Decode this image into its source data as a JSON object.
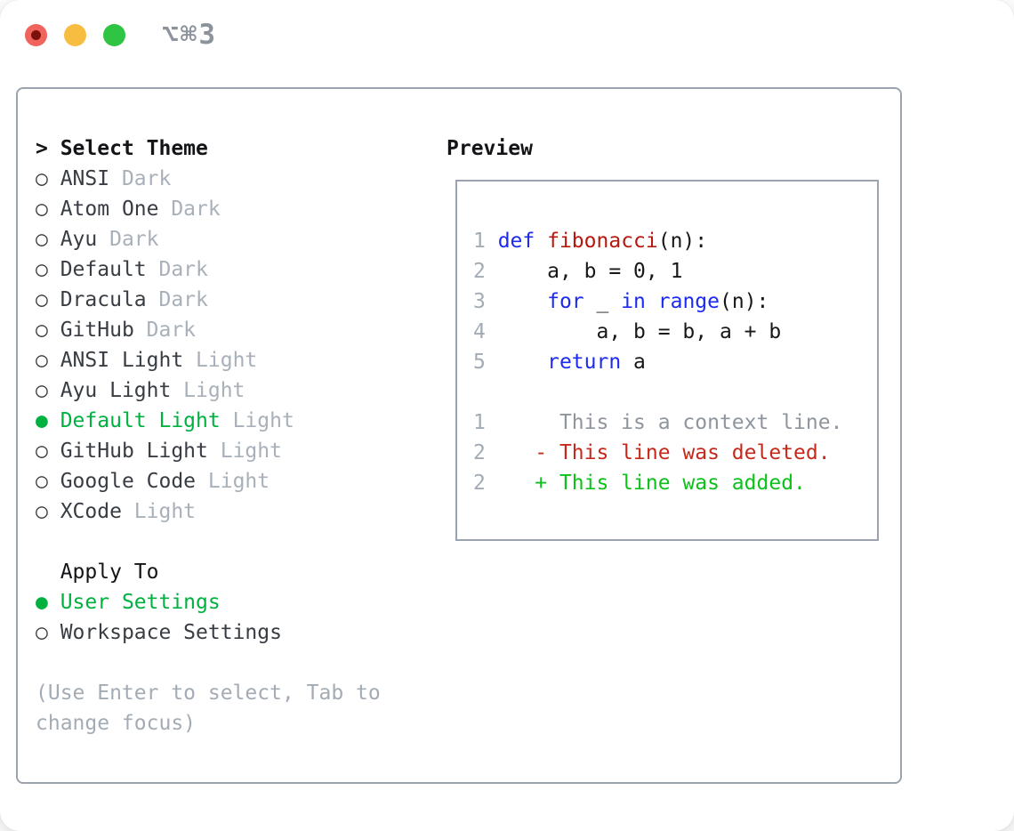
{
  "window": {
    "shortcut_label": "⌥⌘3"
  },
  "colors": {
    "traffic_red": "#f1635d",
    "traffic_red_dot": "#7c100c",
    "traffic_yellow": "#f7bd40",
    "traffic_green": "#30c443",
    "title": "#8d939c",
    "border": "#9aa3ae",
    "heading": "#121417",
    "text": "#383d44",
    "muted": "#a8b0ba",
    "hint": "#a3abb5",
    "green": "#00b140",
    "keyword": "#1c2bee",
    "function": "#b5190f",
    "code_plain": "#17181a",
    "lineno": "#a3abb5",
    "context": "#8e959d",
    "deleted": "#c5291c",
    "added": "#0dc11b"
  },
  "theme_picker": {
    "header_marker": ">",
    "header_label": "Select Theme",
    "selected_marker": "●",
    "unselected_marker": "○",
    "items": [
      {
        "name": "ANSI",
        "variant": "Dark",
        "selected": false
      },
      {
        "name": "Atom One",
        "variant": "Dark",
        "selected": false
      },
      {
        "name": "Ayu",
        "variant": "Dark",
        "selected": false
      },
      {
        "name": "Default",
        "variant": "Dark",
        "selected": false
      },
      {
        "name": "Dracula",
        "variant": "Dark",
        "selected": false
      },
      {
        "name": "GitHub",
        "variant": "Dark",
        "selected": false
      },
      {
        "name": "ANSI Light",
        "variant": "Light",
        "selected": false
      },
      {
        "name": "Ayu Light",
        "variant": "Light",
        "selected": false
      },
      {
        "name": "Default Light",
        "variant": "Light",
        "selected": true
      },
      {
        "name": "GitHub Light",
        "variant": "Light",
        "selected": false
      },
      {
        "name": "Google Code",
        "variant": "Light",
        "selected": false
      },
      {
        "name": "XCode",
        "variant": "Light",
        "selected": false
      }
    ]
  },
  "apply_to": {
    "header_label": "Apply To",
    "options": [
      {
        "name": "User Settings",
        "selected": true
      },
      {
        "name": "Workspace Settings",
        "selected": false
      }
    ]
  },
  "hint": {
    "line1": "(Use Enter to select, Tab to",
    "line2": "change focus)"
  },
  "preview": {
    "header_label": "Preview",
    "lines": [
      {
        "num": "1",
        "segments": [
          [
            "keyword",
            "def"
          ],
          [
            "plain",
            " "
          ],
          [
            "function",
            "fibonacci"
          ],
          [
            "plain",
            "(n):"
          ]
        ]
      },
      {
        "num": "2",
        "segments": [
          [
            "plain",
            "    a, b = 0, 1"
          ]
        ]
      },
      {
        "num": "3",
        "segments": [
          [
            "plain",
            "    "
          ],
          [
            "keyword",
            "for"
          ],
          [
            "plain",
            " _ "
          ],
          [
            "keyword",
            "in"
          ],
          [
            "plain",
            " "
          ],
          [
            "keyword",
            "range"
          ],
          [
            "plain",
            "(n):"
          ]
        ]
      },
      {
        "num": "4",
        "segments": [
          [
            "plain",
            "        a, b = b, a + b"
          ]
        ]
      },
      {
        "num": "5",
        "segments": [
          [
            "plain",
            "    "
          ],
          [
            "keyword",
            "return"
          ],
          [
            "plain",
            " a"
          ]
        ]
      },
      {
        "num": "",
        "segments": []
      },
      {
        "num": "1",
        "segments": [
          [
            "context",
            "     This is a context line."
          ]
        ]
      },
      {
        "num": "2",
        "segments": [
          [
            "deleted",
            "   - This line was deleted."
          ]
        ]
      },
      {
        "num": "2",
        "segments": [
          [
            "added",
            "   + This line was added."
          ]
        ]
      }
    ]
  }
}
